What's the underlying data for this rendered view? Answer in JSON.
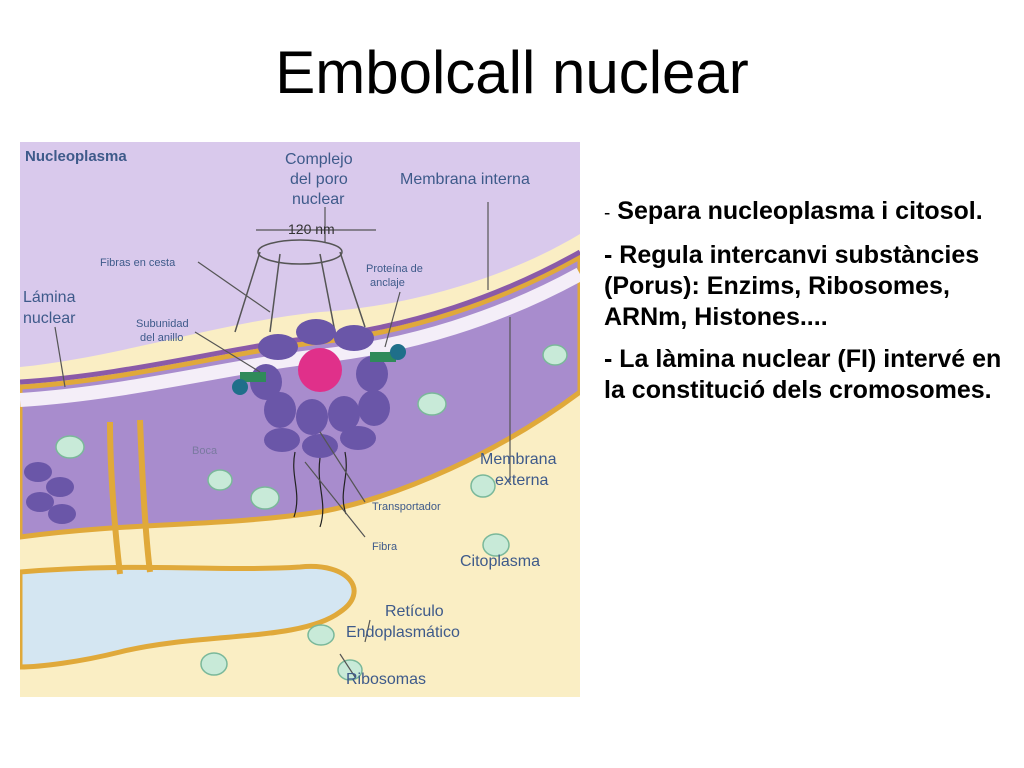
{
  "slide": {
    "title": "Embolcall nuclear"
  },
  "figure": {
    "labels": {
      "nucleoplasma": "Nucleoplasma",
      "complejo_line1": "Complejo",
      "complejo_line2": "del poro",
      "complejo_line3": "nuclear",
      "size": "120 nm",
      "membrana_interna": "Membrana interna",
      "fibras_en_cesta": "Fibras en cesta",
      "proteina_line1": "Proteína de",
      "proteina_line2": "anclaje",
      "lamina_line1": "Lámina",
      "lamina_line2": "nuclear",
      "subunidad_line1": "Subunidad",
      "subunidad_line2": "del anillo",
      "boca": "Boca",
      "membrana_externa_line1": "Membrana",
      "membrana_externa_line2": "externa",
      "transportador": "Transportador",
      "fibra": "Fibra",
      "citoplasma": "Citoplasma",
      "reticulo_line1": "Retículo",
      "reticulo_line2": "Endoplasmático",
      "ribosomas": "Ribosomas"
    },
    "colors": {
      "nucleoplasm": "#d9c9ec",
      "cytoplasm": "#faeec4",
      "membrane_lumen": "#a88ccd",
      "membrane_edge": "#e0a93a",
      "er_lumen": "#d4e6f2",
      "pore_subunit": "#6a56a8",
      "transporter": "#e0308a",
      "anchor": "#2f8a5a",
      "ribosome": "#c8ead8",
      "label_text": "#3e5a8a"
    }
  },
  "bullets": [
    {
      "dash": "-",
      "text": " Separa nucleoplasma i citosol."
    },
    {
      "dash": "-",
      "text": " Regula intercanvi substàncies (Porus): Enzims, Ribosomes, ARNm, Histones...."
    },
    {
      "dash": "-",
      "text": " La làmina nuclear (FI) intervé en la constitució dels cromosomes."
    }
  ]
}
